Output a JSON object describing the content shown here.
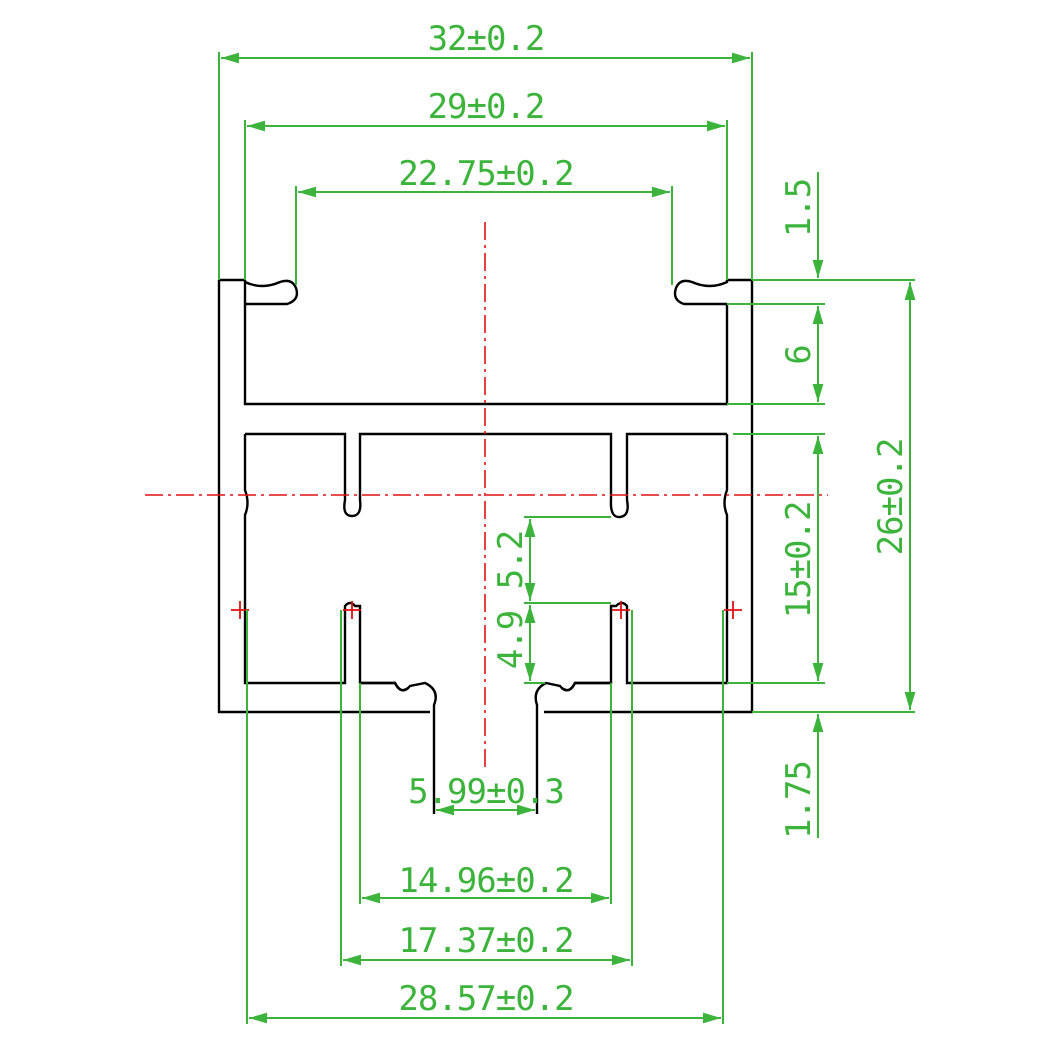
{
  "dimensions": {
    "width_32": "32±0.2",
    "width_29": "29±0.2",
    "width_22_75": "22.75±0.2",
    "height_1_5": "1.5",
    "height_6": "6",
    "height_26": "26±0.2",
    "height_15": "15±0.2",
    "height_5_2": "5.2",
    "height_4_9": "4.9",
    "height_1_75": "1.75",
    "width_5_99": "5.99±0.3",
    "width_14_96": "14.96±0.2",
    "width_17_37": "17.37±0.2",
    "width_28_57": "28.57±0.2"
  },
  "colors": {
    "dimension": "#3cb43c",
    "outline": "#000000",
    "centerline": "#e01010"
  }
}
